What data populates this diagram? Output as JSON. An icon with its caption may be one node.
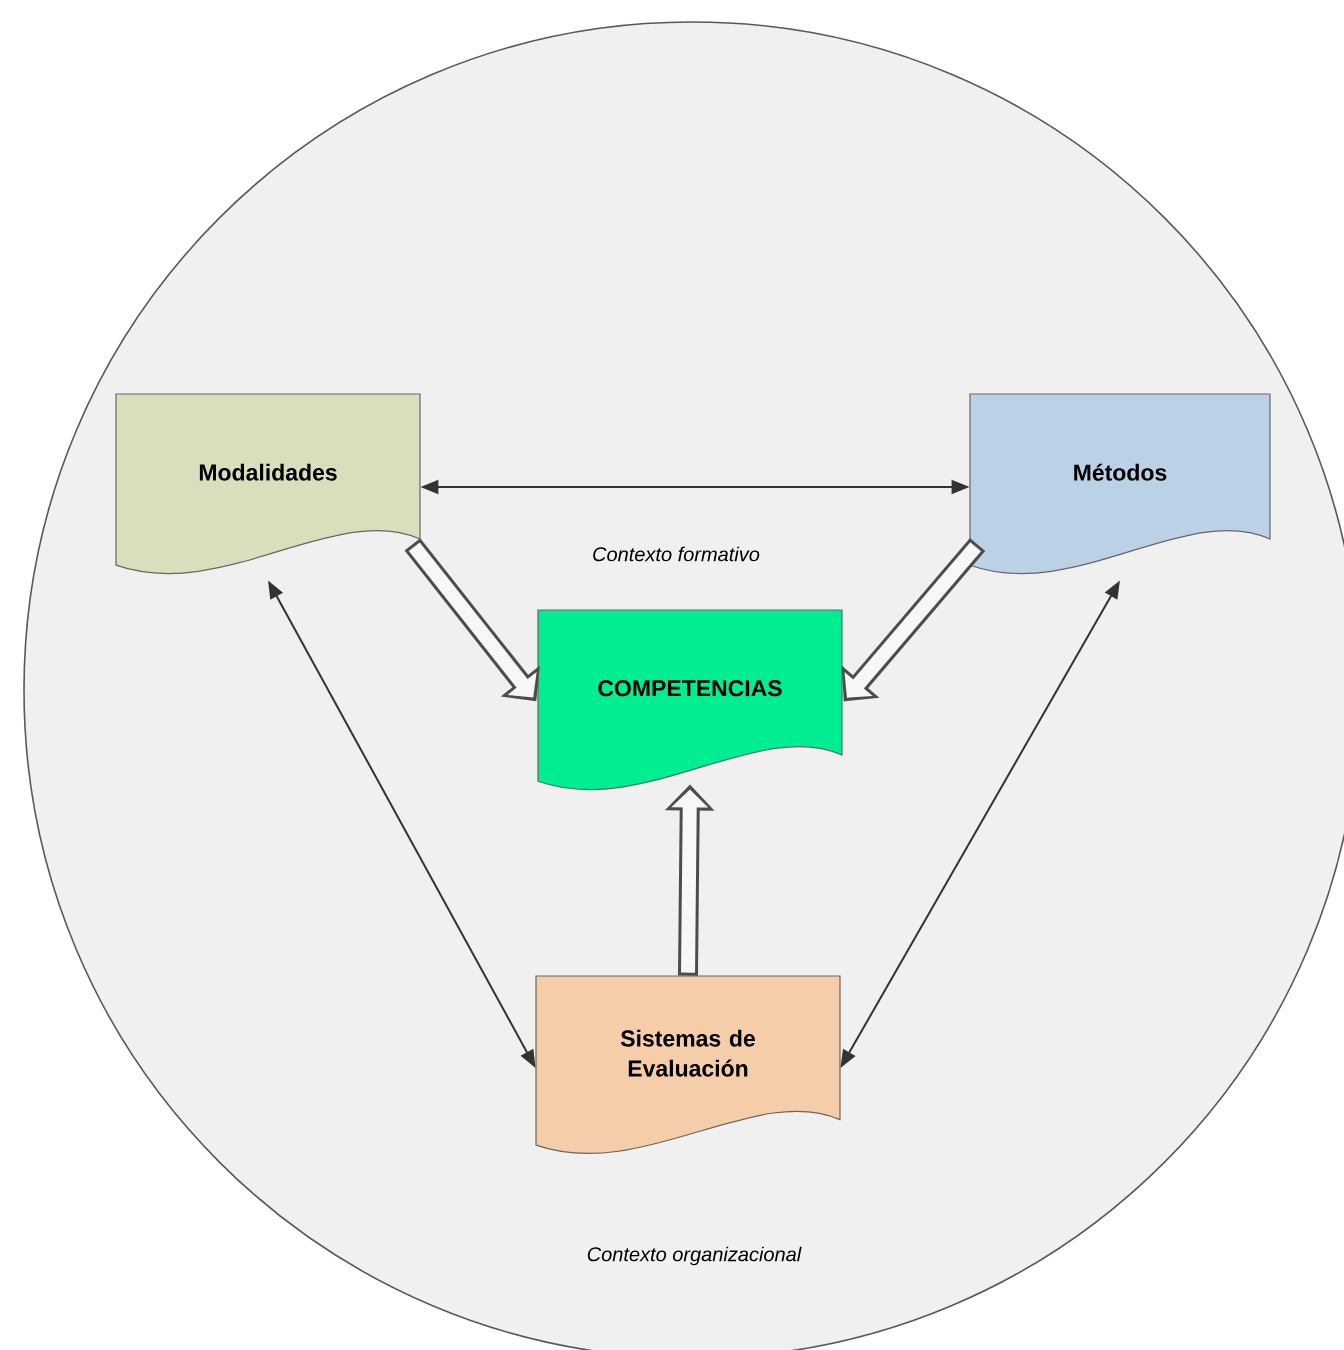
{
  "diagram": {
    "nodes": [
      {
        "text": [
          "Contexto organizacional"
        ]
      },
      {
        "text": [
          "Modalidades"
        ],
        "in": 0
      },
      {
        "text": [
          "Métodos"
        ],
        "in": 0
      },
      {
        "text": [
          "COMPETENCIAS"
        ],
        "in": 0
      },
      {
        "text": [
          "Sistemas de Evaluación"
        ],
        "in": 0
      }
    ],
    "edges": [
      {
        "from": 1,
        "to": 2,
        "arrow": "both"
      },
      {
        "from": 1,
        "to": 4,
        "arrow": "both"
      },
      {
        "from": 2,
        "to": 4,
        "arrow": "both"
      },
      {
        "from": 1,
        "to": 3,
        "arrow": "to",
        "style": "thick"
      },
      {
        "from": 2,
        "to": 3,
        "arrow": "to",
        "style": "thick"
      },
      {
        "from": 4,
        "to": 3,
        "arrow": "to",
        "style": "thick"
      }
    ],
    "labels": [
      "Contexto formativo"
    ]
  }
}
